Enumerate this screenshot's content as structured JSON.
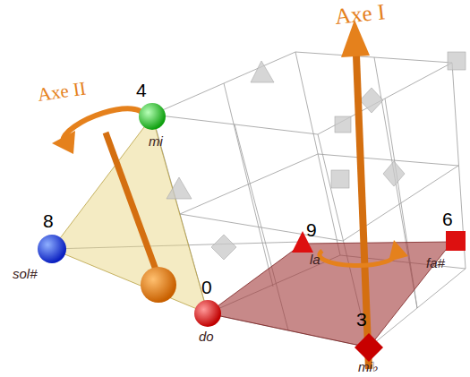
{
  "diagram": {
    "labels": [
      "Axe I",
      "Axe II",
      "4",
      "mi",
      "8",
      "sol#",
      "0",
      "do",
      "9",
      "la",
      "6",
      "fa#",
      "3",
      "mi♭"
    ]
  }
}
